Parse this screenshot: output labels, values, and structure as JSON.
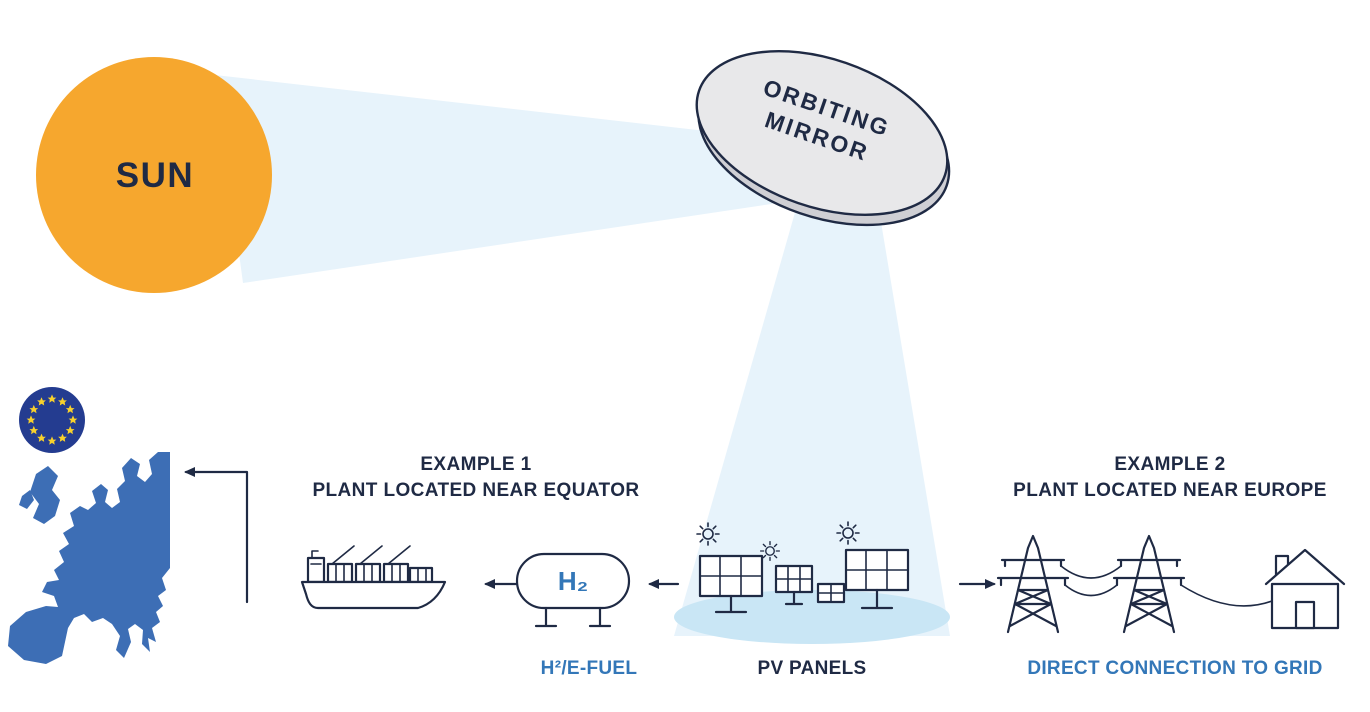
{
  "palette": {
    "navy": "#1f2a44",
    "orange": "#f6a72e",
    "accent_blue": "#3377b8",
    "map_blue": "#3d6eb5",
    "flag_blue": "#243c90",
    "star_yellow": "#f8d12c",
    "beam_blue": "#e7f3fb",
    "ground_blue": "#c9e6f5",
    "mirror_gray": "#e8e8ea",
    "mirror_rim": "#cfcfd4"
  },
  "sun": {
    "label": "SUN"
  },
  "mirror": {
    "line1": "ORBITING",
    "line2": "MIRROR"
  },
  "example1": {
    "title": "EXAMPLE 1",
    "subtitle": "PLANT LOCATED NEAR EQUATOR"
  },
  "example2": {
    "title": "EXAMPLE 2",
    "subtitle": "PLANT LOCATED NEAR EUROPE"
  },
  "tank": {
    "label": "H₂"
  },
  "captions": {
    "h2_efuel": "H²/E-FUEL",
    "pv_panels": "PV PANELS",
    "grid": "DIRECT CONNECTION TO GRID"
  }
}
